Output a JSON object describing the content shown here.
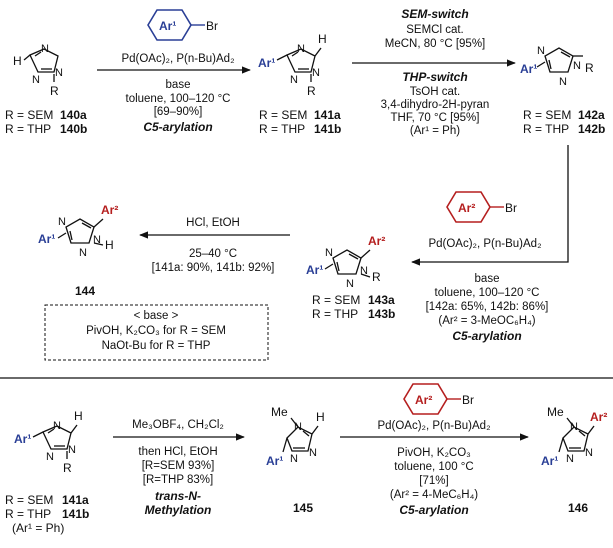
{
  "reaction1": {
    "start_R_sem": "R = SEM",
    "start_sem_id": "140a",
    "start_R_thp": "R = THP",
    "start_thp_id": "140b",
    "reagent_label": "Ar¹",
    "reagent_br": "Br",
    "catalyst": "Pd(OAc)₂, P(n-Bu)Ad₂",
    "base": "base",
    "conditions": "toluene, 100–120 °C",
    "yield": "[69–90%]",
    "title": "C5-arylation",
    "product_R_sem": "R = SEM",
    "product_sem_id": "141a",
    "product_R_thp": "R = THP",
    "product_thp_id": "141b"
  },
  "reaction2": {
    "sem_title": "SEM-switch",
    "sem_reagent": "SEMCl cat.",
    "sem_conditions": "MeCN, 80 °C [95%]",
    "thp_title": "THP-switch",
    "thp_reagent": "TsOH cat.",
    "thp_reagent2": "3,4-dihydro-2H-pyran",
    "thp_conditions": "THF, 70 °C [95%]",
    "thp_note": "(Ar¹ = Ph)",
    "product_R_sem": "R = SEM",
    "product_sem_id": "142a",
    "product_R_thp": "R = THP",
    "product_thp_id": "142b"
  },
  "reaction3": {
    "reagent_label": "Ar²",
    "reagent_br": "Br",
    "catalyst": "Pd(OAc)₂, P(n-Bu)Ad₂",
    "base": "base",
    "conditions": "toluene, 100–120 °C",
    "yield": "[142a: 65%, 142b: 86%]",
    "note": "(Ar² = 3-MeOC₆H₄)",
    "title": "C5-arylation",
    "product_R_sem": "R = SEM",
    "product_sem_id": "143a",
    "product_R_thp": "R = THP",
    "product_thp_id": "143b"
  },
  "reaction4": {
    "reagent": "HCl, EtOH",
    "conditions": "25–40 °C",
    "yield": "[141a: 90%, 141b: 92%]",
    "product_id": "144"
  },
  "base_box": {
    "title": "< base >",
    "line1": "PivOH, K₂CO₃ for R = SEM",
    "line2": "NaOt-Bu for R = THP"
  },
  "reaction5": {
    "start_R_sem": "R = SEM",
    "start_sem_id": "141a",
    "start_R_thp": "R = THP",
    "start_thp_id": "141b",
    "start_note": "(Ar¹ = Ph)",
    "reagent": "Me₃OBF₄, CH₂Cl₂",
    "reagent2": "then HCl, EtOH",
    "yield_sem": "[R=SEM 93%]",
    "yield_thp": "[R=THP 83%]",
    "title": "trans-N-",
    "title2": "Methylation",
    "product_id": "145"
  },
  "reaction6": {
    "reagent_label": "Ar²",
    "reagent_br": "Br",
    "catalyst": "Pd(OAc)₂, P(n-Bu)Ad₂",
    "base": "PivOH, K₂CO₃",
    "conditions": "toluene, 100 °C",
    "yield": "[71%]",
    "note": "(Ar² = 4-MeC₆H₄)",
    "title": "C5-arylation",
    "product_id": "146"
  },
  "atoms": {
    "N": "N",
    "H": "H",
    "R": "R",
    "Me": "Me",
    "ar1": "Ar¹",
    "ar2": "Ar²"
  },
  "colors": {
    "ar1": "#2a3f96",
    "ar2": "#b51f1f"
  }
}
